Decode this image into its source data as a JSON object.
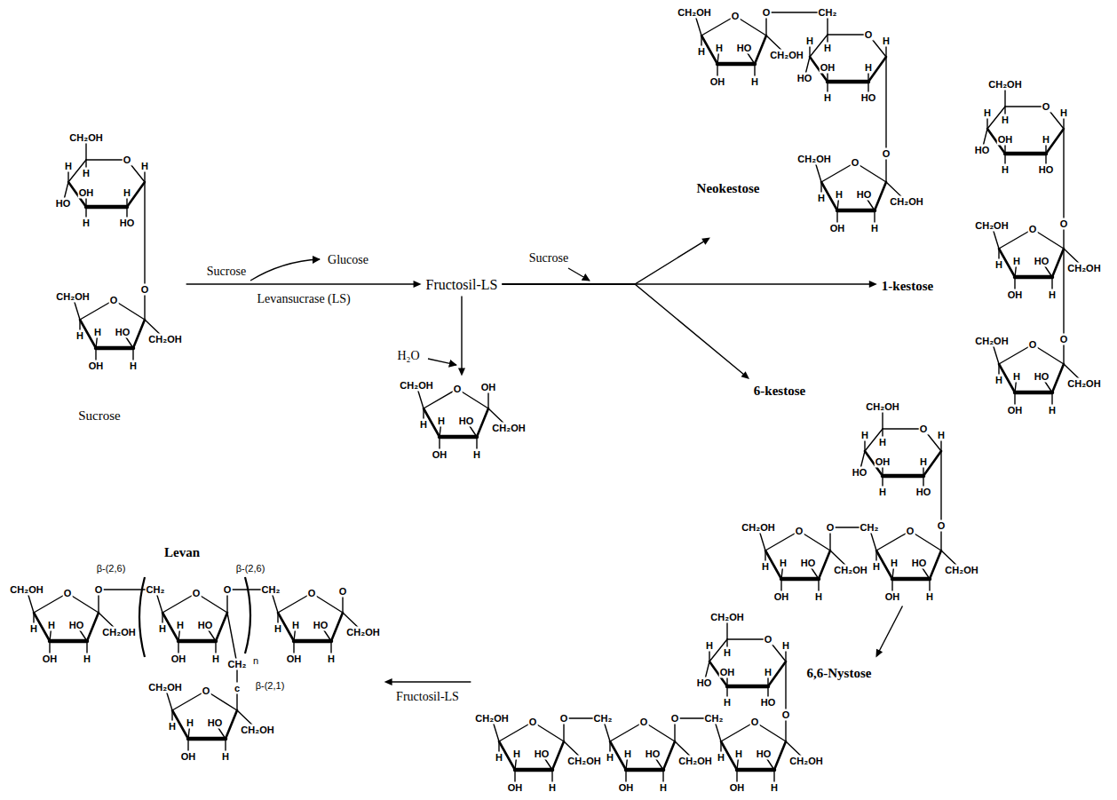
{
  "diagram": {
    "nodes": [
      {
        "text": [
          "Sucrose",
          "CH₂OH",
          "H",
          "O",
          "H",
          "H",
          "OH",
          "H",
          "HO",
          "H",
          "HO",
          "CH₂OH",
          "O",
          "H",
          "H",
          "HO",
          "OH",
          "H",
          "CH₂OH",
          "O"
        ]
      },
      {
        "text": [
          "Fructosil-LS"
        ]
      },
      {
        "text": [
          "CH₂OH",
          "O",
          "H",
          "H",
          "HO",
          "OH",
          "H",
          "CH₂OH",
          "OH"
        ]
      },
      {
        "text": [
          "Neokestose",
          "CH₂OH",
          "O",
          "H",
          "H",
          "HO",
          "OH",
          "H",
          "CH₂OH",
          "CH₂",
          "H",
          "O",
          "H",
          "H",
          "OH",
          "H",
          "HO",
          "H",
          "HO",
          "CH₂OH",
          "O",
          "H",
          "H",
          "HO",
          "OH",
          "H",
          "CH₂OH",
          "O",
          "O"
        ]
      },
      {
        "text": [
          "1-kestose",
          "CH₂OH",
          "H",
          "O",
          "H",
          "H",
          "OH",
          "H",
          "HO",
          "H",
          "HO",
          "CH₂OH",
          "O",
          "H",
          "H",
          "HO",
          "OH",
          "H",
          "CH₂OH",
          "CH₂OH",
          "O",
          "H",
          "H",
          "HO",
          "OH",
          "H",
          "CH₂OH",
          "O",
          "O"
        ]
      },
      {
        "text": [
          "6-kestose",
          "CH₂OH",
          "H",
          "O",
          "H",
          "H",
          "OH",
          "H",
          "HO",
          "H",
          "HO",
          "CH₂OH",
          "O",
          "H",
          "H",
          "HO",
          "OH",
          "H",
          "CH₂OH",
          "CH₂",
          "O",
          "H",
          "H",
          "HO",
          "OH",
          "H",
          "CH₂OH",
          "O",
          "O"
        ]
      },
      {
        "text": [
          "6,6-Nystose",
          "CH₂OH",
          "H",
          "O",
          "H",
          "H",
          "OH",
          "H",
          "HO",
          "H",
          "HO",
          "CH₂OH",
          "O",
          "H",
          "H",
          "HO",
          "OH",
          "H",
          "CH₂OH",
          "CH₂",
          "O",
          "H",
          "H",
          "HO",
          "OH",
          "H",
          "CH₂OH",
          "CH₂",
          "O",
          "H",
          "H",
          "HO",
          "OH",
          "H",
          "CH₂OH",
          "O",
          "O",
          "O"
        ]
      },
      {
        "text": [
          "Levan",
          "β-(2,6)",
          "β-(2,6)",
          "CH₂OH",
          "O",
          "H",
          "H",
          "HO",
          "OH",
          "H",
          "CH₂OH",
          "CH₂",
          "O",
          "H",
          "H",
          "HO",
          "OH",
          "H",
          "CH₂",
          "CH₂",
          "O",
          "H",
          "H",
          "HO",
          "OH",
          "H",
          "CH₂OH",
          "n",
          "CH₂OH",
          "O",
          "H",
          "H",
          "HO",
          "OH",
          "H",
          "CH₂OH",
          "O",
          "O",
          "O",
          "c",
          "β-(2,1)"
        ]
      }
    ],
    "edges": [
      {
        "from": 0,
        "to": 1,
        "arrow": "to",
        "label": "Levansucrase (LS)"
      },
      {
        "from": 1,
        "to": 2,
        "arrow": "to"
      },
      {
        "from": 1,
        "to": 3,
        "arrow": "to"
      },
      {
        "from": 1,
        "to": 4,
        "arrow": "to"
      },
      {
        "from": 1,
        "to": 5,
        "arrow": "to"
      },
      {
        "from": 5,
        "to": 6,
        "arrow": "to"
      },
      {
        "from": 6,
        "to": 7,
        "arrow": "to",
        "label": "Fructosil-LS"
      }
    ],
    "labels": [
      "Sucrose",
      "Glucose",
      "Sucrose",
      "H₂O"
    ]
  }
}
